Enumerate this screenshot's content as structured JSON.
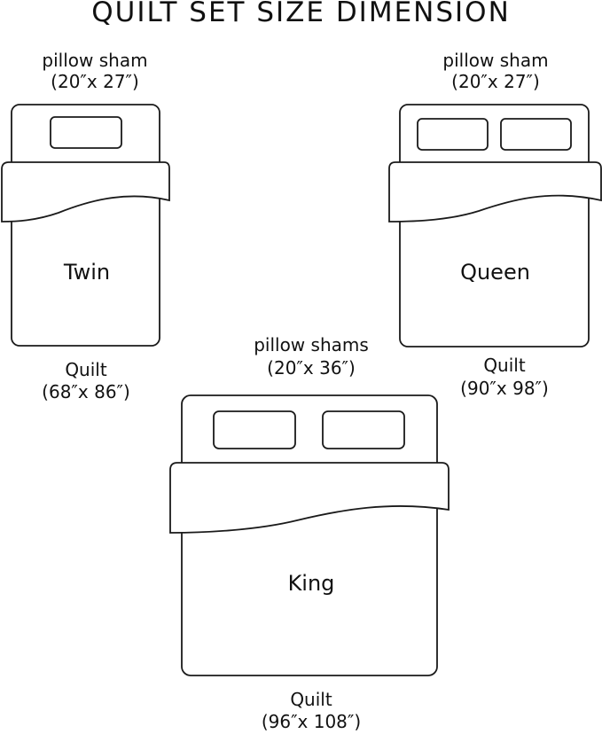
{
  "title": "QUILT SET SIZE DIMENSION",
  "twin": {
    "sham_label": "pillow sham",
    "sham_dims": "(20″x 27″)",
    "name": "Twin",
    "quilt_label": "Quilt",
    "quilt_dims": "(68″x 86″)"
  },
  "queen": {
    "sham_label": "pillow sham",
    "sham_dims": "(20″x 27″)",
    "name": "Queen",
    "quilt_label": "Quilt",
    "quilt_dims": "(90″x 98″)"
  },
  "king": {
    "sham_label": "pillow shams",
    "sham_dims": "(20″x 36″)",
    "name": "King",
    "quilt_label": "Quilt",
    "quilt_dims": "(96″x 108″)"
  },
  "colors": {
    "line": "#1a1a1a",
    "background": "#ffffff"
  }
}
